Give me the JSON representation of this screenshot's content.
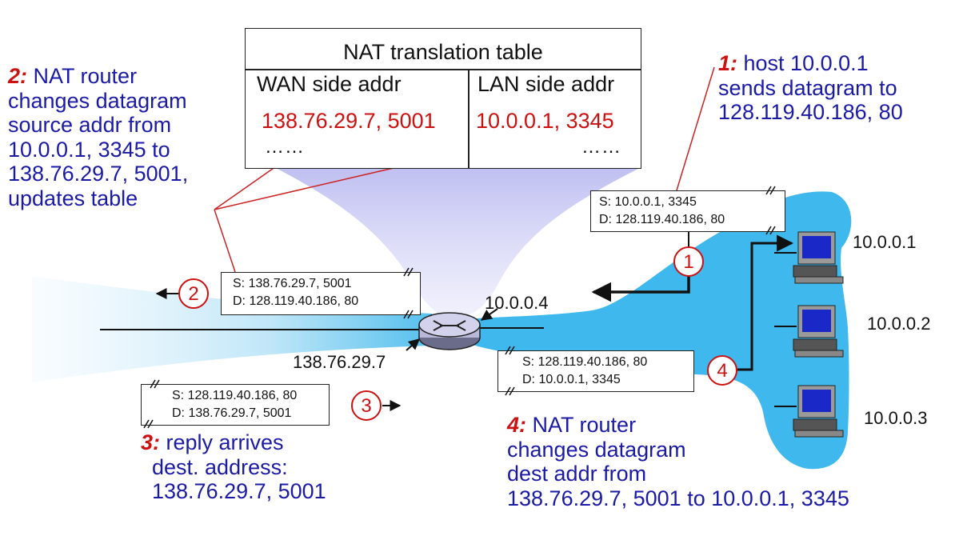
{
  "colors": {
    "note_text": "#1a1aa6",
    "step_number": "#cc1111",
    "table_values": "#cc1111",
    "lan_cloud": "#3fb8ee",
    "cone": "#c8c8f4"
  },
  "nat_table": {
    "title": "NAT translation table",
    "headers": [
      "WAN side addr",
      "LAN side addr"
    ],
    "rows": [
      [
        "138.76.29.7, 5001",
        "10.0.0.1, 3345"
      ],
      [
        "……",
        "……"
      ]
    ]
  },
  "notes": {
    "step1": {
      "number": "1:",
      "lines": [
        " host 10.0.0.1",
        "sends datagram to",
        "128.119.40.186, 80"
      ]
    },
    "step2": {
      "number": "2:",
      "lines": [
        " NAT router",
        "changes datagram",
        "source addr from",
        "10.0.0.1, 3345 to",
        "138.76.29.7, 5001,",
        "updates table"
      ]
    },
    "step3": {
      "number": "3:",
      "lines": [
        " reply arrives",
        "dest. address:",
        "138.76.29.7, 5001"
      ]
    },
    "step4": {
      "number": "4:",
      "lines": [
        " NAT router",
        "changes datagram",
        "dest addr from",
        "138.76.29.7, 5001 to 10.0.0.1, 3345"
      ]
    }
  },
  "datagrams": {
    "d1": {
      "src": "S: 10.0.0.1,  3345",
      "dst": "D: 128.119.40.186,  80"
    },
    "d2": {
      "src": "S: 138.76.29.7,  5001",
      "dst": "D: 128.119.40.186,  80"
    },
    "d3": {
      "src": "S: 128.119.40.186,  80",
      "dst": "D: 138.76.29.7,  5001"
    },
    "d4": {
      "src": "S: 128.119.40.186,  80",
      "dst": "D: 10.0.0.1,  3345"
    }
  },
  "step_circles": [
    "1",
    "2",
    "3",
    "4"
  ],
  "addresses": {
    "router_lan": "10.0.0.4",
    "router_wan": "138.76.29.7",
    "host1": "10.0.0.1",
    "host2": "10.0.0.2",
    "host3": "10.0.0.3"
  },
  "icons": [
    "router-icon",
    "desktop-computer-icon"
  ]
}
